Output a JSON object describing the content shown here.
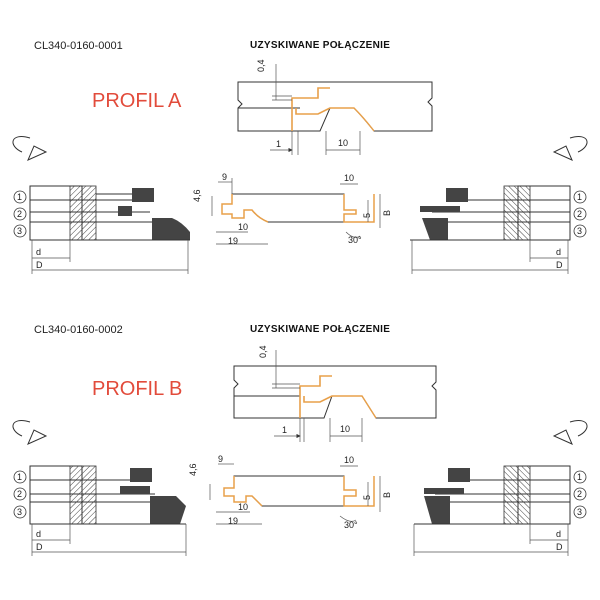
{
  "sections": [
    {
      "code": "CL340-0160-0001",
      "heading": "UZYSKIWANE POŁĄCZENIE",
      "profile": "PROFIL A",
      "joint_dims": {
        "top": "0,4",
        "left": "1",
        "right": "10"
      },
      "profile_dims": {
        "top_left": "9",
        "top_right": "10",
        "left_side": "4,6",
        "bottom_left": "10",
        "bottom_wide": "19",
        "right_inner": "5",
        "right_outer": "B",
        "angle": "30°"
      },
      "cutter_numbers": [
        "1",
        "2",
        "3"
      ],
      "cutter_dims": {
        "d": "d",
        "D": "D"
      }
    },
    {
      "code": "CL340-0160-0002",
      "heading": "UZYSKIWANE POŁĄCZENIE",
      "profile": "PROFIL B",
      "joint_dims": {
        "top": "0,4",
        "left": "1",
        "right": "10"
      },
      "profile_dims": {
        "top_left": "9",
        "top_right": "10",
        "left_side": "4,6",
        "bottom_left": "10",
        "bottom_wide": "19",
        "right_inner": "5",
        "right_outer": "B",
        "angle": "30°"
      },
      "cutter_numbers": [
        "1",
        "2",
        "3"
      ],
      "cutter_dims": {
        "d": "d",
        "D": "D"
      }
    }
  ],
  "colors": {
    "accent": "#e24b3b",
    "profile_line": "#e8a04a",
    "ink": "#222222",
    "dim": "#555555"
  }
}
